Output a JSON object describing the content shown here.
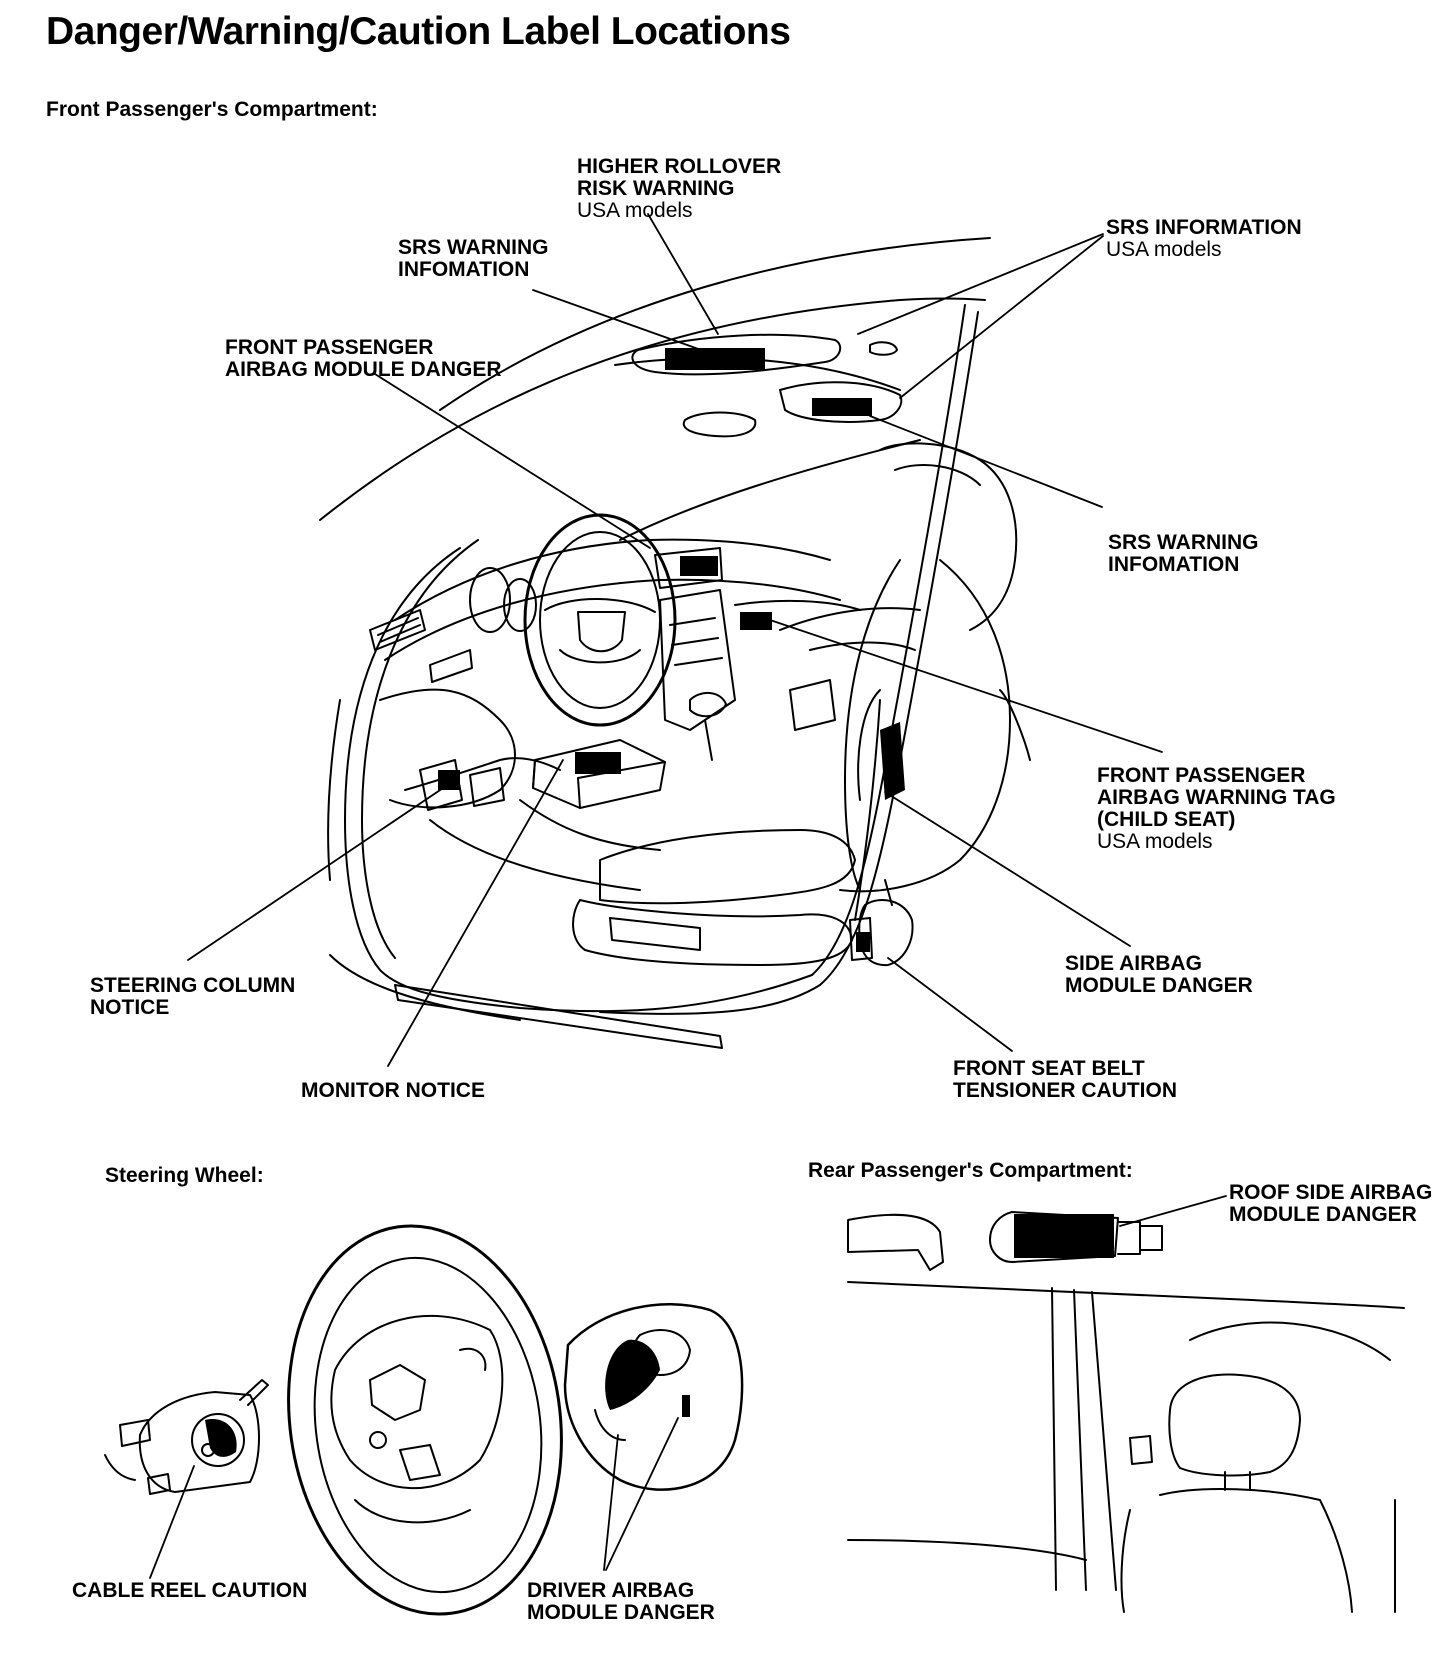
{
  "title": "Danger/Warning/Caution Label Locations",
  "sections": {
    "front": "Front Passenger's Compartment:",
    "steering": "Steering Wheel:",
    "rear": "Rear Passenger's Compartment:"
  },
  "labels": {
    "rollover": {
      "l1": "HIGHER ROLLOVER",
      "l2": "RISK WARNING",
      "note": "USA models"
    },
    "srs_warn_top": {
      "l1": "SRS WARNING",
      "l2": "INFOMATION"
    },
    "srs_info": {
      "l1": "SRS INFORMATION",
      "note": "USA models"
    },
    "fp_airbag_danger": {
      "l1": "FRONT PASSENGER",
      "l2": "AIRBAG MODULE DANGER"
    },
    "srs_warn_right": {
      "l1": "SRS WARNING",
      "l2": "INFOMATION"
    },
    "fp_tag": {
      "l1": "FRONT PASSENGER",
      "l2": "AIRBAG WARNING TAG",
      "l3": "(CHILD SEAT)",
      "note": "USA models"
    },
    "side_airbag": {
      "l1": "SIDE AIRBAG",
      "l2": "MODULE DANGER"
    },
    "steering_notice": {
      "l1": "STEERING COLUMN",
      "l2": "NOTICE"
    },
    "tensioner": {
      "l1": "FRONT SEAT BELT",
      "l2": "TENSIONER CAUTION"
    },
    "monitor": {
      "l1": "MONITOR NOTICE"
    },
    "roof_airbag": {
      "l1": "ROOF SIDE AIRBAG",
      "l2": "MODULE DANGER"
    },
    "cable_reel": {
      "l1": "CABLE REEL CAUTION"
    },
    "driver_airbag": {
      "l1": "DRIVER AIRBAG",
      "l2": "MODULE DANGER"
    }
  }
}
